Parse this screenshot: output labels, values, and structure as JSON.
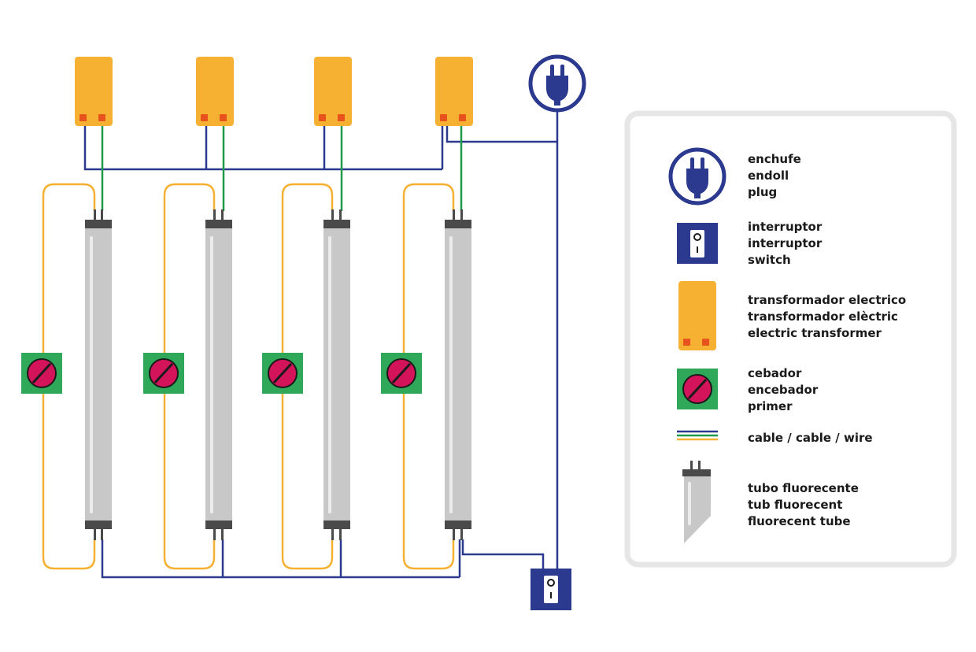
{
  "colors": {
    "blue_wire": "#2b3a8f",
    "green_wire": "#1e9a4a",
    "yellow_wire": "#f6b133",
    "transformer": "#f6b133",
    "transformer_pin": "#e8521c",
    "tube": "#c8c8c8",
    "tube_cap": "#4a4a4a",
    "primer_box": "#2fa85a",
    "primer_disc": "#d4145a",
    "plug": "#2b3a8f",
    "legend_border": "#e6e6e6"
  },
  "icons": {
    "plug": "plug-icon",
    "switch": "switch-icon",
    "transformer": "transformer-icon",
    "primer": "primer-icon",
    "wire": "wire-icon",
    "tube": "fluorescent-tube-icon"
  },
  "legend": {
    "plug": {
      "line1": "enchufe",
      "line2": "endoll",
      "line3": "plug"
    },
    "switch": {
      "line1": "interruptor",
      "line2": "interruptor",
      "line3": "switch"
    },
    "transformer": {
      "line1": "transformador electrico",
      "line2": "transformador elèctric",
      "line3": "electric transformer"
    },
    "primer": {
      "line1": "cebador",
      "line2": "encebador",
      "line3": "primer"
    },
    "wire": {
      "line1": "cable / cable / wire"
    },
    "tube": {
      "line1": "tubo fluorecente",
      "line2": "tub fluorecent",
      "line3": "fluorecent tube"
    }
  }
}
